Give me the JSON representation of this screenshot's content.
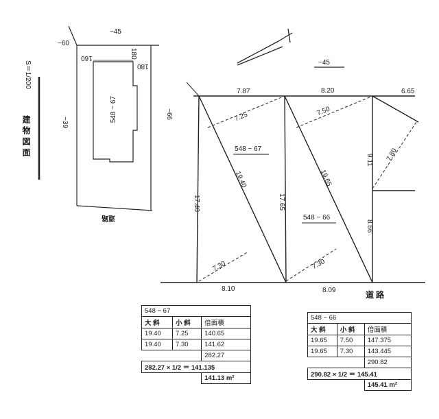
{
  "building_plan": {
    "title": "建物図面",
    "scale": "S＝1/200",
    "dims": {
      "top_left": "−60",
      "top": "−45",
      "left": "−39",
      "right": "−66",
      "inner_top_left": "160",
      "inner_top_right": "180",
      "inner_right_top": "180"
    },
    "lot": "548 − 67",
    "road": "道路"
  },
  "site_plan": {
    "north_label": "−45",
    "edges": {
      "top_a": "7.87",
      "top_b": "8.20",
      "top_c": "6.65",
      "bottom_a": "8.10",
      "bottom_b": "8.09",
      "left": "17.40",
      "mid_vertical": "17.65",
      "right_upper": "9.11",
      "right_lower": "8.66",
      "diag_a": "19.40",
      "diag_b": "19.65",
      "height_a_top": "7.25",
      "height_a_bottom": "7.30",
      "height_b_top": "7.50",
      "height_b_bottom": "7.30",
      "right_height": "7.80"
    },
    "lots": [
      "548 − 67",
      "548 − 66"
    ],
    "road": "道路"
  },
  "table_67": {
    "title": "548 − 67",
    "headers": [
      "大 斜",
      "小 斜",
      "倍面積"
    ],
    "rows": [
      [
        "19.40",
        "7.25",
        "140.65"
      ],
      [
        "19.40",
        "7.30",
        "141.62"
      ]
    ],
    "sum": "282.27",
    "formula": "282.27 × 1/2 ＝ 141.135",
    "result": "141.13 m²"
  },
  "table_66": {
    "title": "548 − 66",
    "headers": [
      "大 斜",
      "小 斜",
      "倍面積"
    ],
    "rows": [
      [
        "19.65",
        "7.50",
        "147.375"
      ],
      [
        "19.65",
        "7.30",
        "143.445"
      ]
    ],
    "sum": "290.82",
    "formula": "290.82 × 1/2 ＝ 145.41",
    "result": "145.41 m²"
  }
}
